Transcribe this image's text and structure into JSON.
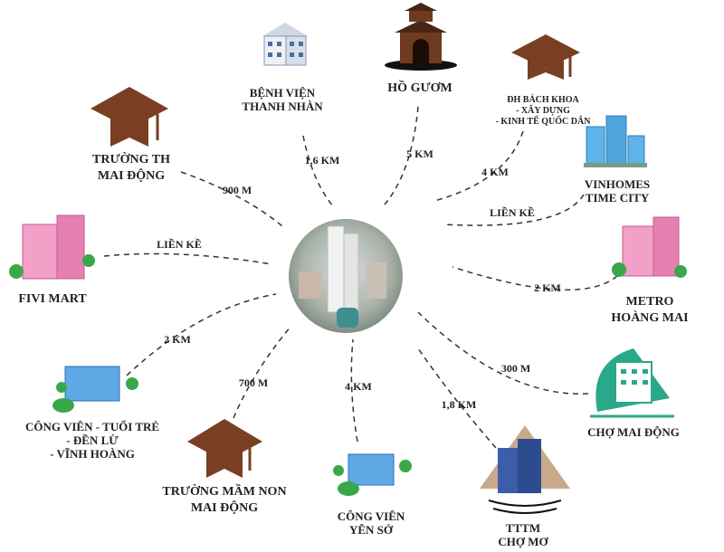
{
  "center": {
    "name": "project-building"
  },
  "colors": {
    "cap": "#7a3f22",
    "pink": "#f08fc0",
    "blue": "#4f9fe0",
    "green": "#3aa84a",
    "teal": "#2aa88a"
  },
  "nodes": [
    {
      "id": "benh-vien",
      "label": [
        "BỆNH VIỆN",
        "THANH NHÀN"
      ],
      "distance": "1,6 KM",
      "icon": "hospital-icon"
    },
    {
      "id": "ho-guom",
      "label": [
        "HỒ GƯƠM"
      ],
      "distance": "5 KM",
      "icon": "pagoda-icon"
    },
    {
      "id": "dh-bach-khoa",
      "label": [
        "ĐH BÁCH KHOA",
        "- XÂY DỰNG",
        "- KINH TẾ QUỐC DÂN"
      ],
      "distance": "4 KM",
      "icon": "graduation-cap-icon"
    },
    {
      "id": "vinhomes",
      "label": [
        "VINHOMES",
        "TIME CITY"
      ],
      "distance": "LIỀN KỀ",
      "icon": "towers-icon"
    },
    {
      "id": "metro",
      "label": [
        "METRO",
        "HOÀNG MAI"
      ],
      "distance": "2 KM",
      "icon": "pink-building-icon"
    },
    {
      "id": "cho-mai-dong",
      "label": [
        "CHỢ MAI ĐỘNG"
      ],
      "distance": "300 M",
      "icon": "market-icon"
    },
    {
      "id": "tttm-cho-mo",
      "label": [
        "TTTM",
        "CHỢ MƠ"
      ],
      "distance": "1,8 KM",
      "icon": "mall-icon"
    },
    {
      "id": "cong-vien-yen-so",
      "label": [
        "CÔNG VIÊN",
        "YÊN SỞ"
      ],
      "distance": "4 KM",
      "icon": "park-building-icon"
    },
    {
      "id": "mam-non",
      "label": [
        "TRƯỜNG MẦM NON",
        "MAI ĐỘNG"
      ],
      "distance": "700 M",
      "icon": "graduation-cap-icon"
    },
    {
      "id": "cong-vien-tuoi-tre",
      "label": [
        "CÔNG VIÊN - TUỔI TRẺ",
        "- ĐỀN LỪ",
        "- VĨNH HOÀNG"
      ],
      "distance": "2 KM",
      "icon": "park-building-icon"
    },
    {
      "id": "fivi-mart",
      "label": [
        "FIVI MART"
      ],
      "distance": "LIỀN KỀ",
      "icon": "pink-building-icon"
    },
    {
      "id": "truong-th",
      "label": [
        "TRƯỜNG TH",
        "MAI ĐỘNG"
      ],
      "distance": "900 M",
      "icon": "graduation-cap-icon"
    }
  ]
}
